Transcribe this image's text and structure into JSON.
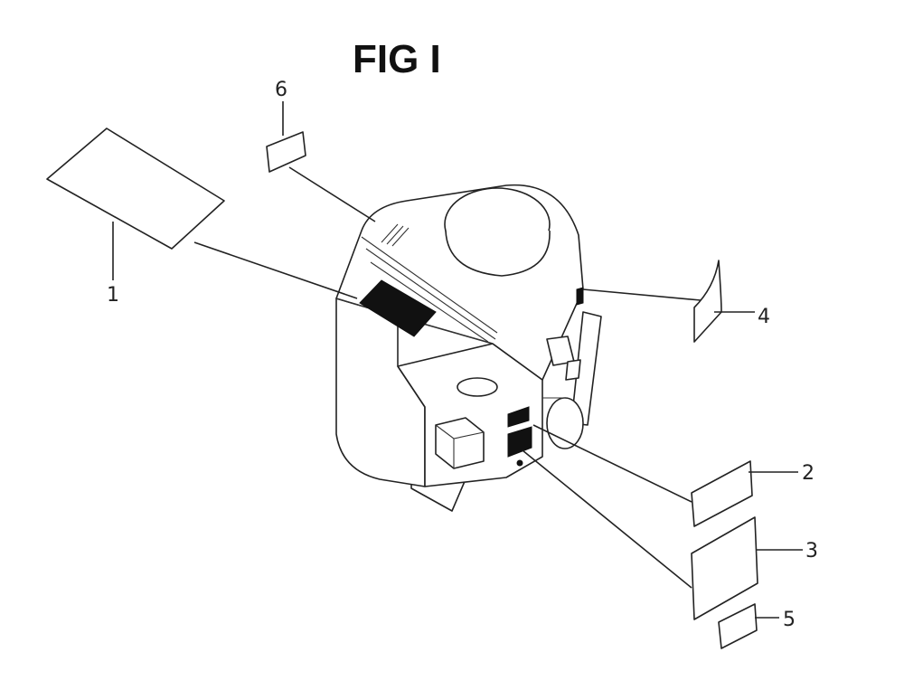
{
  "figure": {
    "title": "FIG I"
  },
  "callouts": [
    {
      "id": "1",
      "label": "1"
    },
    {
      "id": "2",
      "label": "2"
    },
    {
      "id": "3",
      "label": "3"
    },
    {
      "id": "4",
      "label": "4"
    },
    {
      "id": "5",
      "label": "5"
    },
    {
      "id": "6",
      "label": "6"
    }
  ]
}
